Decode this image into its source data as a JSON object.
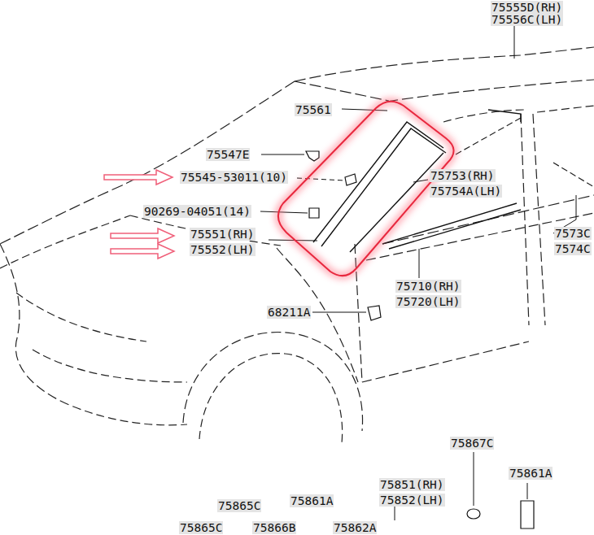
{
  "diagram": {
    "labels": [
      "75555D(RH)",
      "75556C(LH)",
      "75561",
      "75547E",
      "75545-53011(10)",
      "90269-04051(14)",
      "75551(RH)",
      "75552(LH)",
      "75753(RH)",
      "75754A(LH)",
      "75710(RH)",
      "75720(LH)",
      "68211A",
      "7573C",
      "7574C",
      "75867C",
      "75861A",
      "75851(RH)",
      "75852(LH)",
      "75865C",
      "75861A",
      "75865C",
      "75866B",
      "75862A"
    ]
  }
}
